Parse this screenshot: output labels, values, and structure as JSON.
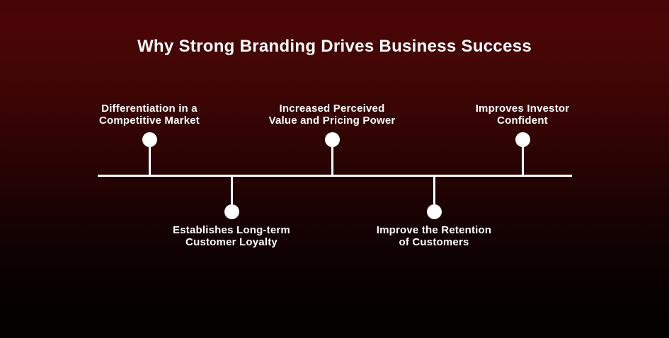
{
  "title": "Why Strong Branding Drives Business Success",
  "colors": {
    "background_top": "#4a0607",
    "background_bottom": "#020000",
    "text": "#ffffff",
    "timeline_line": "#ffffff",
    "node_dot": "#ffffff"
  },
  "timeline": {
    "items": [
      {
        "position": "top",
        "line1": "Differentiation in a",
        "line2": "Competitive Market"
      },
      {
        "position": "bottom",
        "line1": "Establishes Long-term",
        "line2": "Customer Loyalty"
      },
      {
        "position": "top",
        "line1": "Increased Perceived",
        "line2": "Value and Pricing Power"
      },
      {
        "position": "bottom",
        "line1": "Improve the Retention",
        "line2": "of Customers"
      },
      {
        "position": "top",
        "line1": "Improves Investor",
        "line2": "Confident"
      }
    ]
  }
}
